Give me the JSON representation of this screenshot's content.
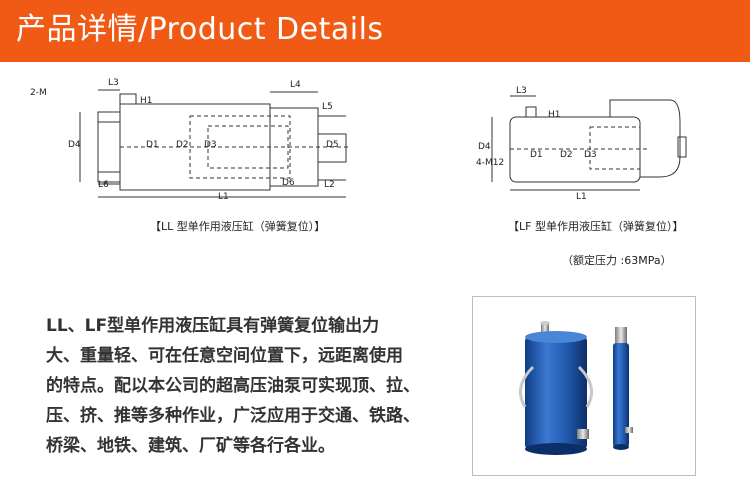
{
  "header": {
    "title": "产品详情/Product Details"
  },
  "diagram_left": {
    "caption": "【LL 型单作用液压缸（弹簧复位）】",
    "labels": {
      "l3": "L3",
      "l4": "L4",
      "l5": "L5",
      "h1": "H1",
      "two_m": "2-M",
      "d4": "D4",
      "d1": "D1",
      "d2": "D2",
      "d3": "D3",
      "d5": "D5",
      "d6": "D6",
      "l6": "L6",
      "l1": "L1",
      "l2": "L2"
    }
  },
  "diagram_right": {
    "caption": "【LF 型单作用液压缸（弹簧复位）】",
    "labels": {
      "l3": "L3",
      "h1": "H1",
      "d4": "D4",
      "m12": "4-M12",
      "d1": "D1",
      "d2": "D2",
      "d3": "D3",
      "l1": "L1"
    }
  },
  "rated_pressure": "（额定压力 :63MPa）",
  "description": {
    "lines": [
      "LL、LF型单作用液压缸具有弹簧复位输出力",
      "大、重量轻、可在任意空间位置下，远距离使用",
      "的特点。配以本公司的超高压油泵可实现顶、拉、",
      "压、挤、推等多种作业，广泛应用于交通、铁路、",
      "桥梁、地铁、建筑、厂矿等各行各业。"
    ]
  },
  "colors": {
    "banner": "#f15a14",
    "cylinder_blue": "#1f56a8"
  }
}
